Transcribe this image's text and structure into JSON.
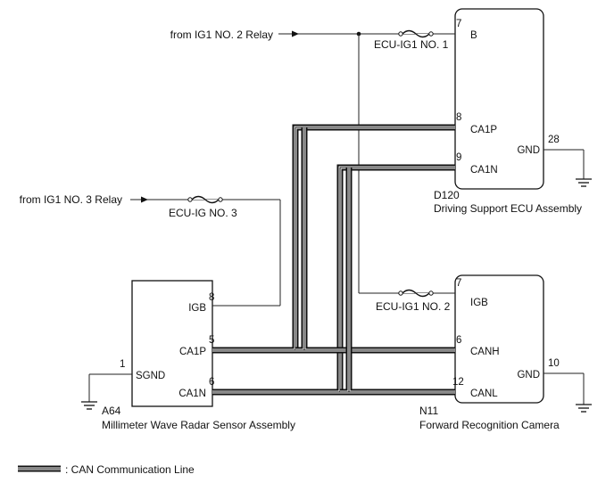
{
  "sources": {
    "ig1_no2": "from IG1 NO. 2 Relay",
    "ig1_no3": "from IG1 NO. 3 Relay"
  },
  "fuses": {
    "ecu_ig1_no1": "ECU-IG1 NO. 1",
    "ecu_ig_no3": "ECU-IG NO. 3",
    "ecu_ig1_no2": "ECU-IG1 NO. 2"
  },
  "components": {
    "d120": {
      "code": "D120",
      "name": "Driving Support ECU Assembly",
      "pins": [
        {
          "num": "7",
          "label": "B"
        },
        {
          "num": "8",
          "label": "CA1P"
        },
        {
          "num": "9",
          "label": "CA1N"
        },
        {
          "num": "28",
          "label": "GND"
        }
      ]
    },
    "a64": {
      "code": "A64",
      "name": "Millimeter Wave Radar Sensor Assembly",
      "pins": [
        {
          "num": "8",
          "label": "IGB"
        },
        {
          "num": "5",
          "label": "CA1P"
        },
        {
          "num": "6",
          "label": "CA1N"
        },
        {
          "num": "1",
          "label": "SGND"
        }
      ]
    },
    "n11": {
      "code": "N11",
      "name": "Forward Recognition Camera",
      "pins": [
        {
          "num": "7",
          "label": "IGB"
        },
        {
          "num": "6",
          "label": "CANH"
        },
        {
          "num": "12",
          "label": "CANL"
        },
        {
          "num": "10",
          "label": "GND"
        }
      ]
    }
  },
  "legend": {
    "text": ": CAN Communication Line"
  }
}
